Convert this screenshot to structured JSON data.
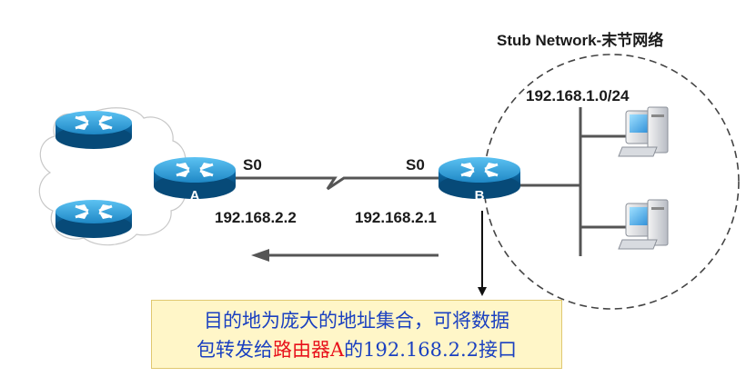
{
  "network": {
    "stub_title": "Stub Network-末节网络",
    "subnet": "192.168.1.0/24"
  },
  "router_a": {
    "label": "A",
    "interface": "S0",
    "ip": "192.168.2.2"
  },
  "router_b": {
    "label": "B",
    "interface": "S0",
    "ip": "192.168.2.1"
  },
  "note": {
    "line1": "目的地为庞大的地址集合，可将数据",
    "line2_pre": "包转发给",
    "line2_red": "路由器A",
    "line2_mid": "的192.168.2.2",
    "line2_post": "接口"
  },
  "colors": {
    "router_top": "#2a9bd6",
    "router_side": "#0a5f98",
    "note_bg": "#fff6c8",
    "note_text": "#1a40c0",
    "note_highlight": "#e8101a",
    "link_line": "#555555"
  },
  "icons": [
    "router-icon",
    "pc-icon",
    "cloud-icon",
    "serial-link-icon",
    "arrow-left-icon",
    "arrow-down-icon"
  ]
}
